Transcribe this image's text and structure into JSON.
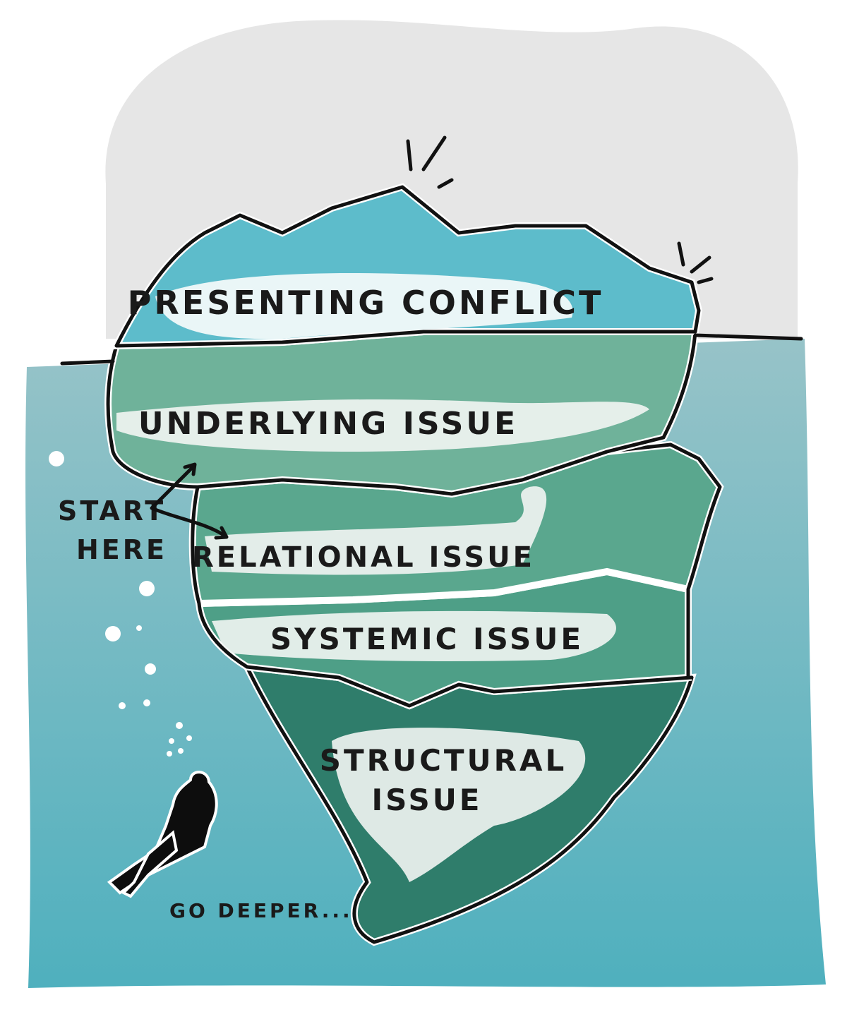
{
  "layers": [
    {
      "label": "PRESENTING CONFLICT"
    },
    {
      "label": "UNDERLYING ISSUE"
    },
    {
      "label": "RELATIONAL ISSUE"
    },
    {
      "label": "SYSTEMIC ISSUE"
    },
    {
      "label": "STRUCTURAL",
      "label2": "ISSUE"
    }
  ],
  "annotations": {
    "start_line1": "START",
    "start_line2": "HERE",
    "go_deeper": "GO DEEPER..."
  },
  "colors": {
    "sky": "#e6e6e6",
    "water_top": "#97c3c8",
    "water_bottom": "#4fb0be",
    "tip": "#5dbccb",
    "underwater_ice": "#4e9f87",
    "deep_ice": "#2f7d6b",
    "outline": "#111111"
  }
}
